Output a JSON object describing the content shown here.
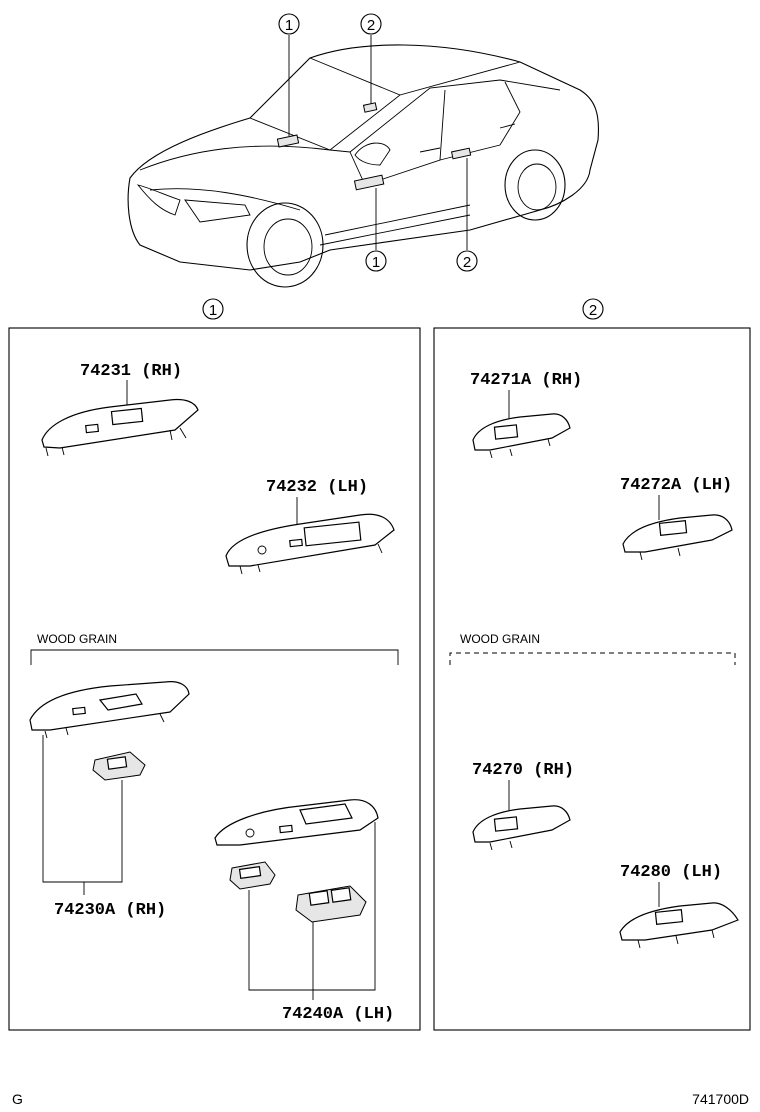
{
  "diagram": {
    "callouts": {
      "one": "1",
      "two": "2"
    },
    "group1": {
      "label": "1",
      "wood_grain": "WOOD GRAIN",
      "parts": {
        "p74231": "74231 (RH)",
        "p74232": "74232 (LH)",
        "p74230A": "74230A (RH)",
        "p74240A": "74240A (LH)"
      }
    },
    "group2": {
      "label": "2",
      "wood_grain": "WOOD GRAIN",
      "parts": {
        "p74271A": "74271A (RH)",
        "p74272A": "74272A (LH)",
        "p74270": "74270 (RH)",
        "p74280": "74280 (LH)"
      }
    },
    "footer": {
      "left_code": "G",
      "right_code": "741700D"
    }
  }
}
